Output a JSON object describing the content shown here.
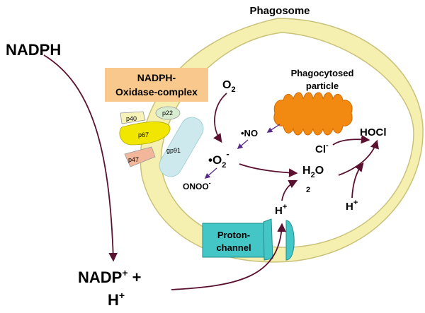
{
  "title": "Phagosome",
  "labels": {
    "nadph": "NADPH",
    "complex_line1": "NADPH-",
    "complex_line2": "Oxidase-complex",
    "o2": "O",
    "o2_sub": "2",
    "particle_line1": "Phagocytosed",
    "particle_line2": "particle",
    "no": "•NO",
    "superoxide_dot": "•O",
    "superoxide_sub": "2",
    "superoxide_sup": "-",
    "onoo": "ONOO",
    "onoo_sup": "-",
    "cl": "Cl",
    "cl_sup": "-",
    "hocl": "HOCl",
    "h2o2_h": "H",
    "h2o2_sub": "2",
    "h2o2_o": "O",
    "h2o2_sub2": "2",
    "h_plus_right": "H",
    "h_plus_right_sup": "+",
    "h_plus_channel": "H",
    "h_plus_channel_sup": "+",
    "proton_line1": "Proton-",
    "proton_line2": "channel",
    "nadp_line1": "NADP",
    "nadp_sup": "+",
    "nadp_plus": " +",
    "nadp_line2": "H",
    "nadp_line2_sup": "+"
  },
  "subunits": {
    "p40": "p40",
    "p22": "p22",
    "p67": "p67",
    "p47": "p47",
    "gp91": "gp91"
  },
  "colors": {
    "membrane_fill": "#f6f0b0",
    "membrane_stroke": "#c9c27a",
    "complex_box": "#f9c88c",
    "particle": "#f28a12",
    "particle_stroke": "#d36a00",
    "p40": "#f7f2b8",
    "p22": "#d8edd0",
    "p67": "#f1e600",
    "p47": "#f2b79a",
    "gp91": "#cde9ee",
    "channel": "#44c6c6",
    "channel_stroke": "#1f8f8f",
    "arrow_dark": "#5a1030",
    "arrow_purple": "#5a2a8a",
    "text": "#000000"
  }
}
